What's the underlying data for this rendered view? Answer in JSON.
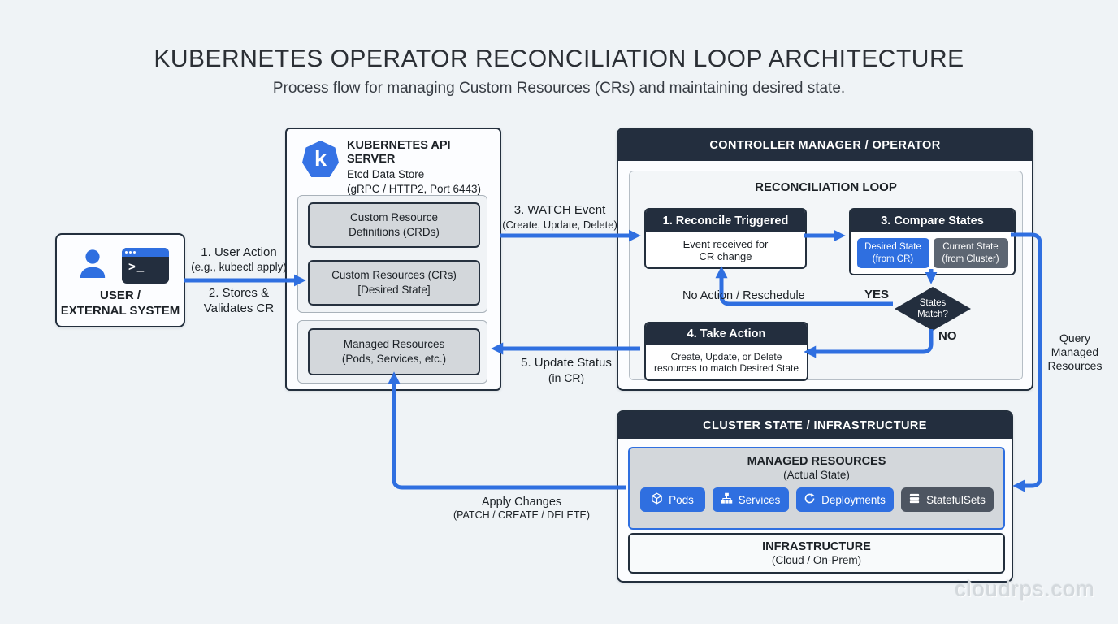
{
  "page": {
    "title": "KUBERNETES OPERATOR RECONCILIATION LOOP ARCHITECTURE",
    "subtitle": "Process flow for managing Custom Resources (CRs) and maintaining desired state.",
    "watermark": "cloudrps.com"
  },
  "colors": {
    "accent_blue": "#2f6fe0",
    "dark_navy": "#232e3e",
    "box_gray": "#d3d7db",
    "chip_gray": "#4d5561",
    "background": "#eff3f6"
  },
  "user_box": {
    "label_line1": "USER /",
    "label_line2": "EXTERNAL SYSTEM",
    "terminal_prompt": ">_",
    "icons": [
      "user-icon",
      "terminal-icon"
    ]
  },
  "api_server": {
    "logo_letter": "k",
    "title": "KUBERNETES API SERVER",
    "line2": "Etcd Data Store",
    "line3": "(gRPC / HTTP2, Port 6443)",
    "crd_box": {
      "line1": "Custom Resource",
      "line2": "Definitions (CRDs)"
    },
    "cr_box": {
      "line1": "Custom Resources (CRs)",
      "line2": "[Desired State]"
    },
    "managed_box": {
      "line1": "Managed Resources",
      "line2": "(Pods, Services, etc.)"
    }
  },
  "controller": {
    "header": "CONTROLLER MANAGER / OPERATOR",
    "loop_title": "RECONCILIATION LOOP",
    "reconcile_box": {
      "header": "1. Reconcile Triggered",
      "body_line1": "Event received for",
      "body_line2": "CR change"
    },
    "compare_box": {
      "header": "3. Compare States",
      "chip_desired": {
        "line1": "Desired State",
        "line2": "(from CR)"
      },
      "chip_current": {
        "line1": "Current State",
        "line2": "(from Cluster)"
      }
    },
    "decision": {
      "line1": "States",
      "line2": "Match?"
    },
    "take_action_box": {
      "header": "4. Take Action",
      "body_line1": "Create, Update, or Delete",
      "body_line2": "resources to match Desired State"
    },
    "labels": {
      "no_action": "No Action / Reschedule",
      "yes": "YES",
      "no": "NO"
    }
  },
  "cluster": {
    "header": "CLUSTER STATE / INFRASTRUCTURE",
    "managed_title": "MANAGED RESOURCES",
    "managed_subtitle": "(Actual State)",
    "chips": [
      {
        "label": "Pods",
        "icon": "cube-icon",
        "color": "blue"
      },
      {
        "label": "Services",
        "icon": "sitemap-icon",
        "color": "blue"
      },
      {
        "label": "Deployments",
        "icon": "cycle-icon",
        "color": "blue"
      },
      {
        "label": "StatefulSets",
        "icon": "stack-icon",
        "color": "gray"
      }
    ],
    "infra_box": {
      "line1": "INFRASTRUCTURE",
      "line2": "(Cloud / On-Prem)"
    }
  },
  "arrows": {
    "user_action": {
      "line1": "1. User Action",
      "line2": "(e.g., kubectl apply)"
    },
    "stores": {
      "line1": "2. Stores &",
      "line2": "Validates CR"
    },
    "watch": {
      "line1": "3. WATCH Event",
      "line2": "(Create, Update, Delete)"
    },
    "update_status": {
      "line1": "5. Update Status",
      "line2": "(in CR)"
    },
    "apply": {
      "line1": "Apply Changes",
      "line2": "(PATCH / CREATE / DELETE)"
    },
    "query": {
      "line1": "Query",
      "line2": "Managed",
      "line3": "Resources"
    }
  }
}
